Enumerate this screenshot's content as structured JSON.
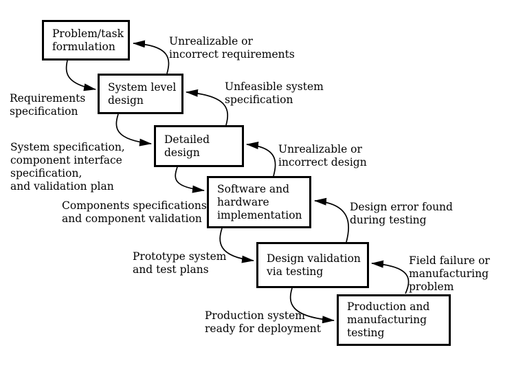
{
  "diagram": {
    "description": "Design flow with feedback loops",
    "colors": {
      "ink": "#000000",
      "background": "#ffffff"
    },
    "boxes": [
      {
        "id": "problem-task-formulation",
        "label": "Problem/task\nformulation"
      },
      {
        "id": "system-level-design",
        "label": "System level\ndesign"
      },
      {
        "id": "detailed-design",
        "label": "Detailed\ndesign"
      },
      {
        "id": "software-hardware-implementation",
        "label": "Software and\nhardware\nimplementation"
      },
      {
        "id": "design-validation-via-testing",
        "label": "Design validation\nvia testing"
      },
      {
        "id": "production-manufacturing-testing",
        "label": "Production and\nmanufacturing\ntesting"
      }
    ],
    "forward_labels": [
      {
        "id": "requirements-specification",
        "text": "Requirements\nspecification"
      },
      {
        "id": "system-specification",
        "text": "System specification,\ncomponent interface\nspecification,\nand validation plan"
      },
      {
        "id": "components-specifications",
        "text": "Components specifications\nand component validation"
      },
      {
        "id": "prototype-system",
        "text": "Prototype system\nand test plans"
      },
      {
        "id": "production-system",
        "text": "Production system\nready for deployment"
      }
    ],
    "feedback_labels": [
      {
        "id": "unrealizable-requirements",
        "text": "Unrealizable or\nincorrect requirements"
      },
      {
        "id": "unfeasible-system-specification",
        "text": "Unfeasible system\nspecification"
      },
      {
        "id": "unrealizable-design",
        "text": "Unrealizable or\nincorrect design"
      },
      {
        "id": "design-error-found",
        "text": "Design error found\nduring testing"
      },
      {
        "id": "field-failure",
        "text": "Field failure or\nmanufacturing\nproblem"
      }
    ]
  }
}
